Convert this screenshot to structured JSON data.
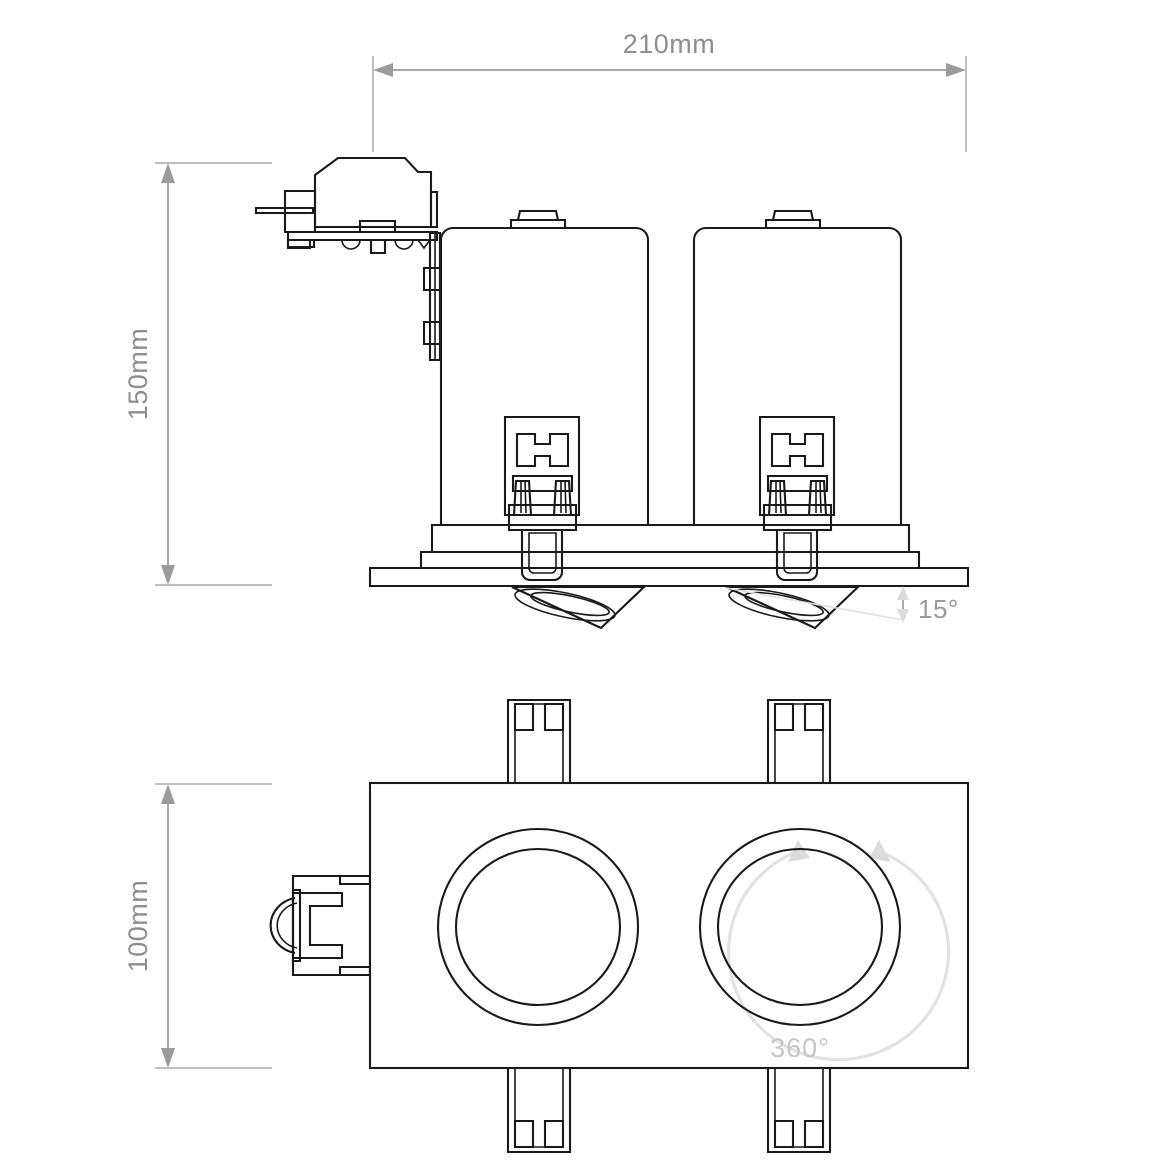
{
  "document": {
    "type": "technical-dimension-drawing",
    "subject": "Twin square recessed adjustable downlight",
    "background_color": "#ffffff",
    "line_color": "#1a1a1a",
    "dimension_color": "#9b9b9b",
    "annotation_faint_color": "#dcdcdc"
  },
  "views": {
    "side": {
      "name": "side-elevation-view",
      "label": ""
    },
    "plan": {
      "name": "plan-view",
      "label": ""
    }
  },
  "dimensions": {
    "width": {
      "name": "width-dimension",
      "value": "210mm",
      "orientation": "horizontal",
      "position": "top"
    },
    "height": {
      "name": "height-dimension",
      "value": "150mm",
      "orientation": "vertical",
      "position": "left-upper"
    },
    "depth": {
      "name": "depth-dimension",
      "value": "100mm",
      "orientation": "vertical",
      "position": "left-lower"
    }
  },
  "annotations": {
    "tilt": {
      "name": "tilt-angle-annotation",
      "value": "15°",
      "view": "side"
    },
    "rotation": {
      "name": "rotation-angle-annotation",
      "value": "360°",
      "view": "plan"
    }
  }
}
